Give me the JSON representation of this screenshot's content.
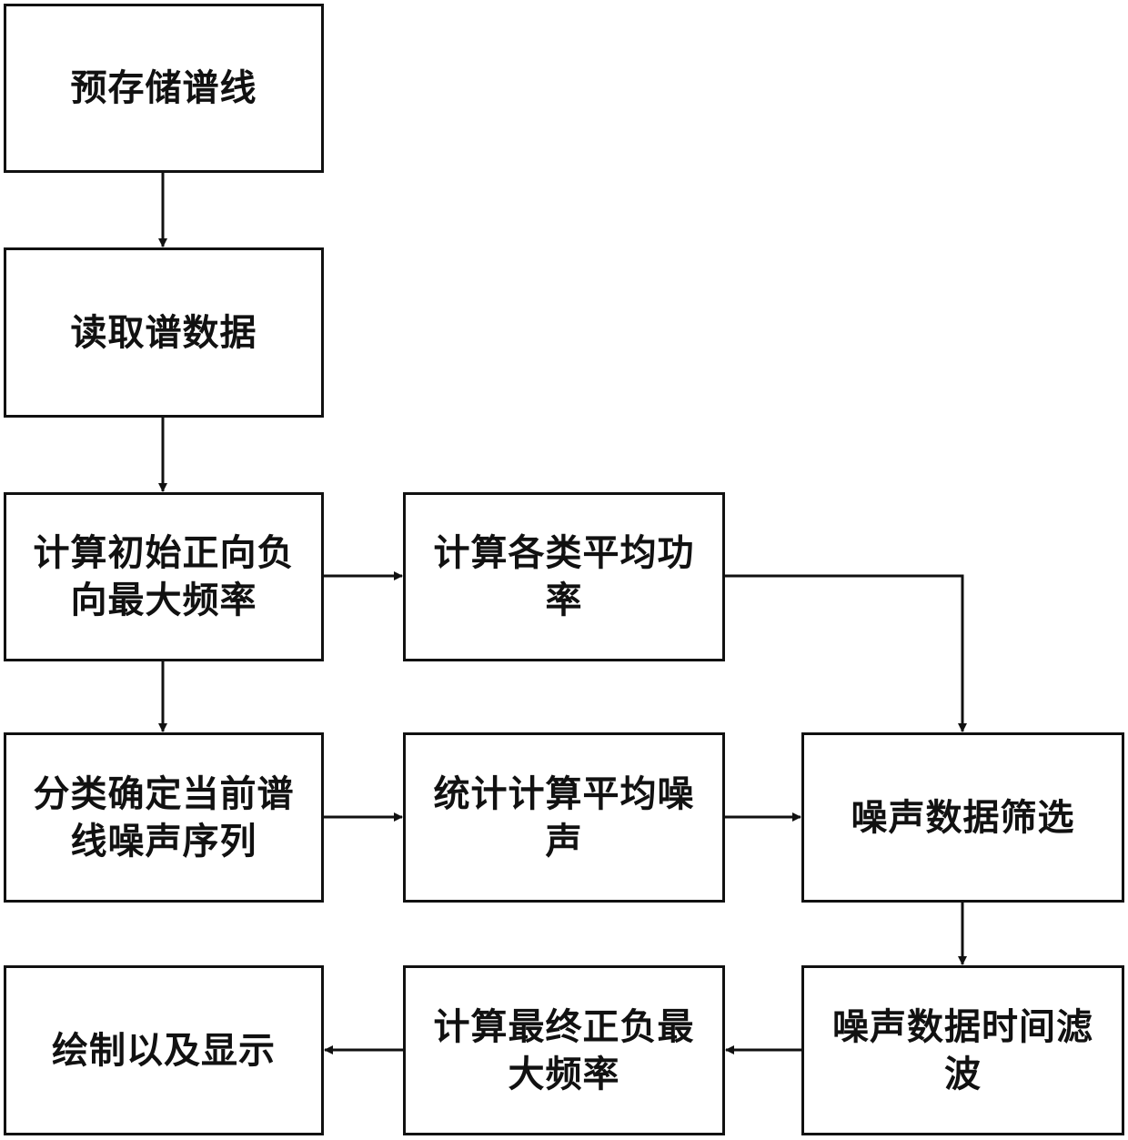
{
  "flowchart": {
    "nodes": {
      "prestore": "预存储谱线",
      "read": "读取谱数据",
      "initial_max": "计算初始正向负\n向最大频率",
      "avg_power": "计算各类平均功\n率",
      "classify": "分类确定当前谱\n线噪声序列",
      "avg_noise": "统计计算平均噪\n声",
      "noise_filter": "噪声数据筛选",
      "draw": "绘制以及显示",
      "final_max": "计算最终正负最\n大频率",
      "time_filter": "噪声数据时间滤\n波"
    }
  }
}
